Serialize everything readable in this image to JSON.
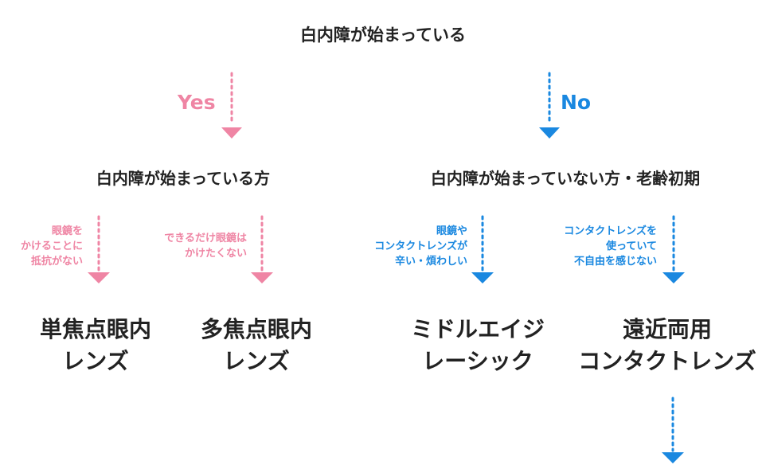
{
  "colors": {
    "yes": "#ef85a4",
    "no": "#1a88e0",
    "text": "#222222"
  },
  "root": {
    "question": "白内障が始まっている"
  },
  "yes": {
    "label": "Yes",
    "branch_title": "白内障が始まっている方",
    "options": [
      {
        "condition_lines": [
          "眼鏡を",
          "かけることに",
          "抵抗がない"
        ],
        "result_lines": [
          "単焦点眼内",
          "レンズ"
        ]
      },
      {
        "condition_lines": [
          "できるだけ眼鏡は",
          "かけたくない"
        ],
        "result_lines": [
          "多焦点眼内",
          "レンズ"
        ]
      }
    ]
  },
  "no": {
    "label": "No",
    "branch_title": "白内障が始まっていない方・老齢初期",
    "options": [
      {
        "condition_lines": [
          "眼鏡や",
          "コンタクトレンズが",
          "辛い・煩わしい"
        ],
        "result_lines": [
          "ミドルエイジ",
          "レーシック"
        ]
      },
      {
        "condition_lines": [
          "コンタクトレンズを",
          "使っていて",
          "不自由を感じない"
        ],
        "result_lines": [
          "遠近両用",
          "コンタクトレンズ"
        ]
      }
    ]
  }
}
